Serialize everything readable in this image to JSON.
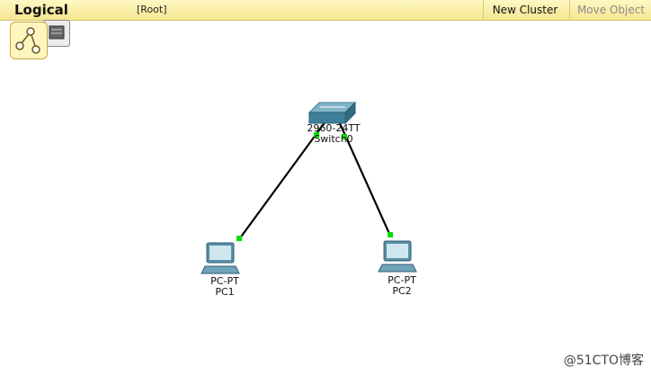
{
  "toolbar": {
    "logical_label": "Logical",
    "root_label": "[Root]",
    "new_cluster_label": "New Cluster",
    "move_object_label": "Move Object"
  },
  "devices": {
    "switch": {
      "model": "2960-24TT",
      "name": "Switch0"
    },
    "pc1": {
      "type": "PC-PT",
      "name": "PC1"
    },
    "pc2": {
      "type": "PC-PT",
      "name": "PC2"
    }
  },
  "links": {
    "status_color": "#00e000",
    "cable_color": "#000000"
  },
  "watermark": "@51CTO博客",
  "icons": [
    "logical-view-icon",
    "cluster-view-icon",
    "switch-icon",
    "pc-icon"
  ]
}
